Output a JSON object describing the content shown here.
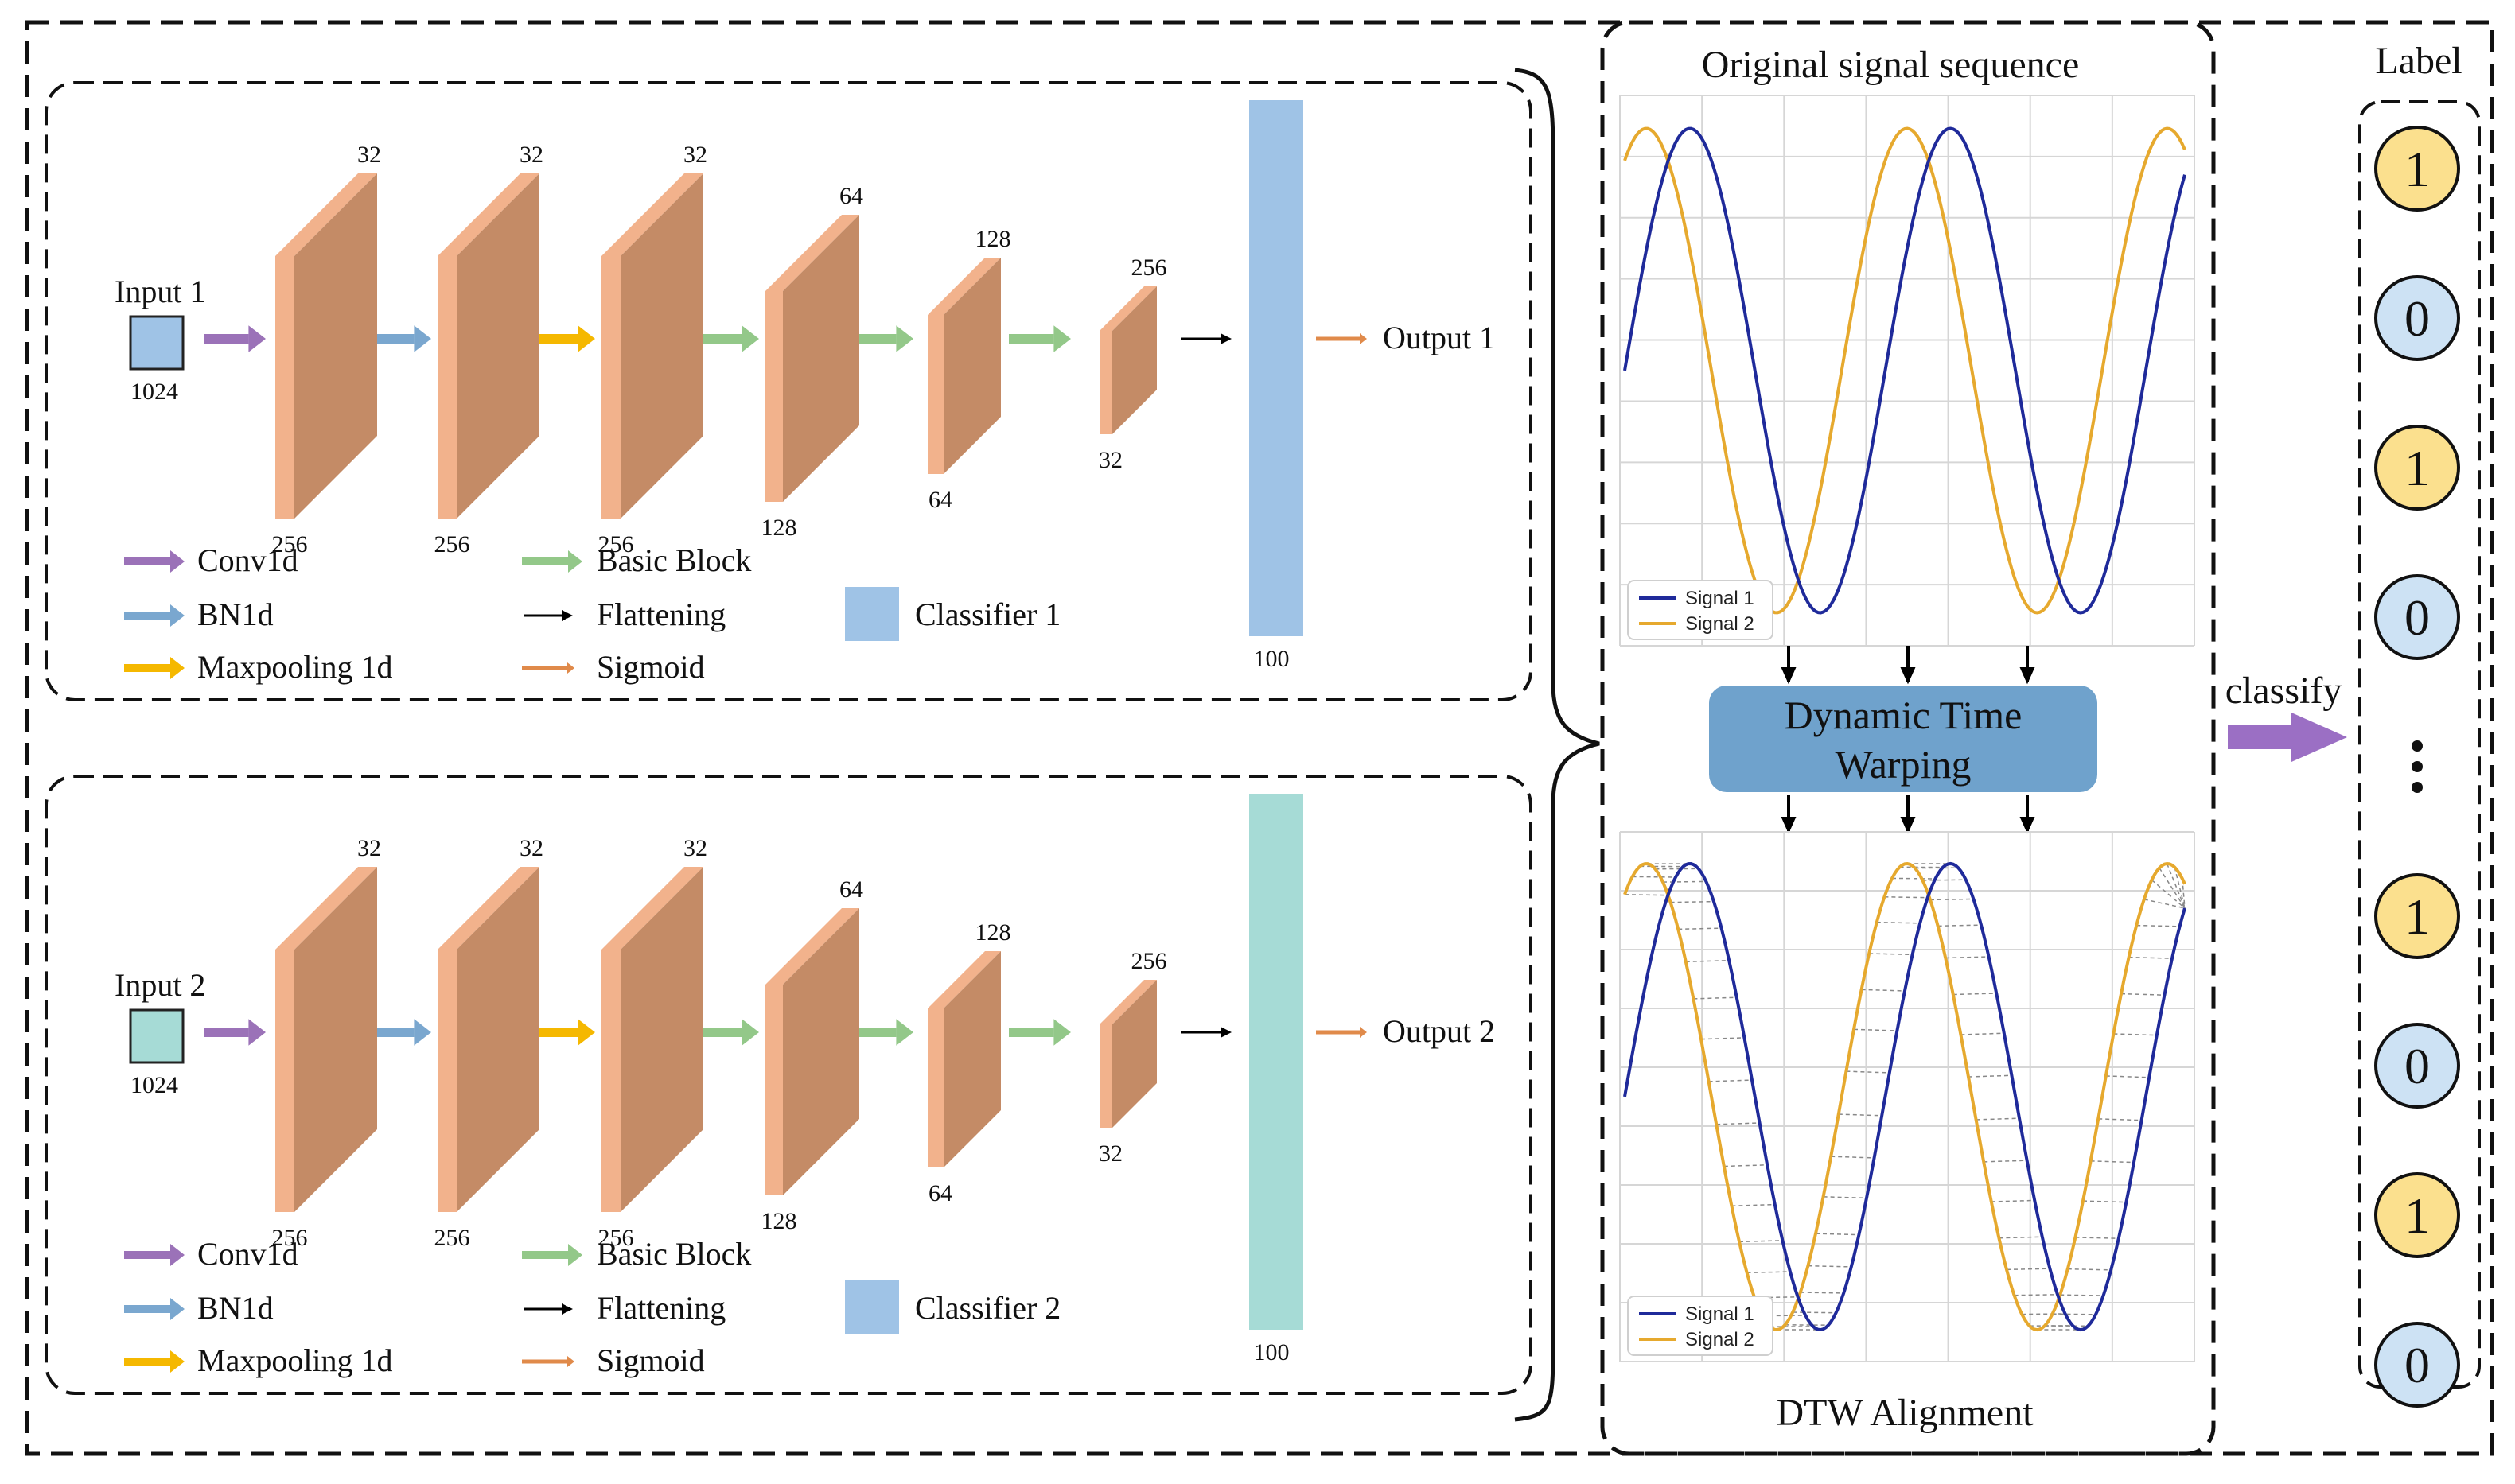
{
  "colors": {
    "conv": "#9b72b8",
    "bn": "#7aa7cf",
    "maxpool": "#f5b800",
    "basic": "#93c889",
    "flatten": "#000000",
    "sigmoid": "#e08a4a",
    "block_front": "#f2b28c",
    "block_side": "#c48b66",
    "classifier1": "#9fc3e6",
    "classifier2": "#a6dbd6",
    "dtw_box": "#6fa2cc",
    "label_one": "#fbe08e",
    "label_zero": "#cde2f4",
    "signal1": "#1f2a9a",
    "signal2": "#e6a92e",
    "classify_arrow": "#9b6fc4"
  },
  "branches": [
    {
      "input_label": "Input 1",
      "input_size": "1024",
      "output_label": "Output 1",
      "classifier_label": "Classifier 1",
      "classifier_size": "100",
      "blocks": [
        {
          "channels": "32",
          "length": "256"
        },
        {
          "channels": "32",
          "length": "256"
        },
        {
          "channels": "32",
          "length": "256"
        },
        {
          "channels": "64",
          "length": "128"
        },
        {
          "channels": "128",
          "length": "64"
        },
        {
          "channels": "256",
          "length": "32"
        }
      ],
      "legend": {
        "conv": "Conv1d",
        "bn": "BN1d",
        "maxpool": "Maxpooling 1d",
        "basic": "Basic Block",
        "flatten": "Flattening",
        "sigmoid": "Sigmoid"
      }
    },
    {
      "input_label": "Input 2",
      "input_size": "1024",
      "output_label": "Output 2",
      "classifier_label": "Classifier 2",
      "classifier_size": "100",
      "blocks": [
        {
          "channels": "32",
          "length": "256"
        },
        {
          "channels": "32",
          "length": "256"
        },
        {
          "channels": "32",
          "length": "256"
        },
        {
          "channels": "64",
          "length": "128"
        },
        {
          "channels": "128",
          "length": "64"
        },
        {
          "channels": "256",
          "length": "32"
        }
      ],
      "legend": {
        "conv": "Conv1d",
        "bn": "BN1d",
        "maxpool": "Maxpooling 1d",
        "basic": "Basic Block",
        "flatten": "Flattening",
        "sigmoid": "Sigmoid"
      }
    }
  ],
  "middle": {
    "top_title": "Original signal sequence",
    "dtw_line1": "Dynamic Time",
    "dtw_line2": "Warping",
    "bottom_title": "DTW Alignment",
    "legend_signal1": "Signal 1",
    "legend_signal2": "Signal 2"
  },
  "classify_label": "classify",
  "labels": {
    "title": "Label",
    "values": [
      "1",
      "0",
      "1",
      "0",
      "⋮",
      "1",
      "0",
      "1",
      "0"
    ]
  }
}
